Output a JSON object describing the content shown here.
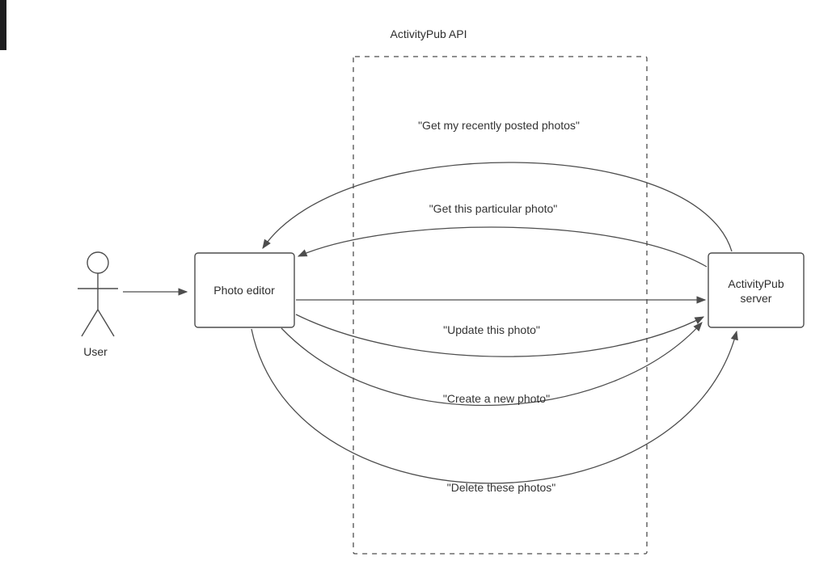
{
  "diagram": {
    "api_group": {
      "label": "ActivityPub API"
    },
    "actor": {
      "label": "User"
    },
    "nodes": {
      "photo_editor": {
        "label": "Photo editor"
      },
      "activitypub_server": {
        "label_line1": "ActivityPub",
        "label_line2": "server"
      }
    },
    "messages": [
      {
        "label": "\"Get my recently posted photos\"",
        "from": "ActivityPub server",
        "to": "Photo editor"
      },
      {
        "label": "\"Get this particular photo\"",
        "from": "ActivityPub server",
        "to": "Photo editor"
      },
      {
        "label": "",
        "from": "Photo editor",
        "to": "ActivityPub server"
      },
      {
        "label": "\"Update this photo\"",
        "from": "Photo editor",
        "to": "ActivityPub server"
      },
      {
        "label": "\"Create a new photo\"",
        "from": "Photo editor",
        "to": "ActivityPub server"
      },
      {
        "label": "\"Delete these photos\"",
        "from": "Photo editor",
        "to": "ActivityPub server"
      }
    ],
    "user_to_editor_arrow": {
      "from": "User",
      "to": "Photo editor"
    },
    "colors": {
      "line": "#4d4d4d",
      "text": "#333333",
      "box_fill": "#ffffff",
      "background": "#ffffff",
      "edge_artifact": "#1d1d1f"
    }
  }
}
